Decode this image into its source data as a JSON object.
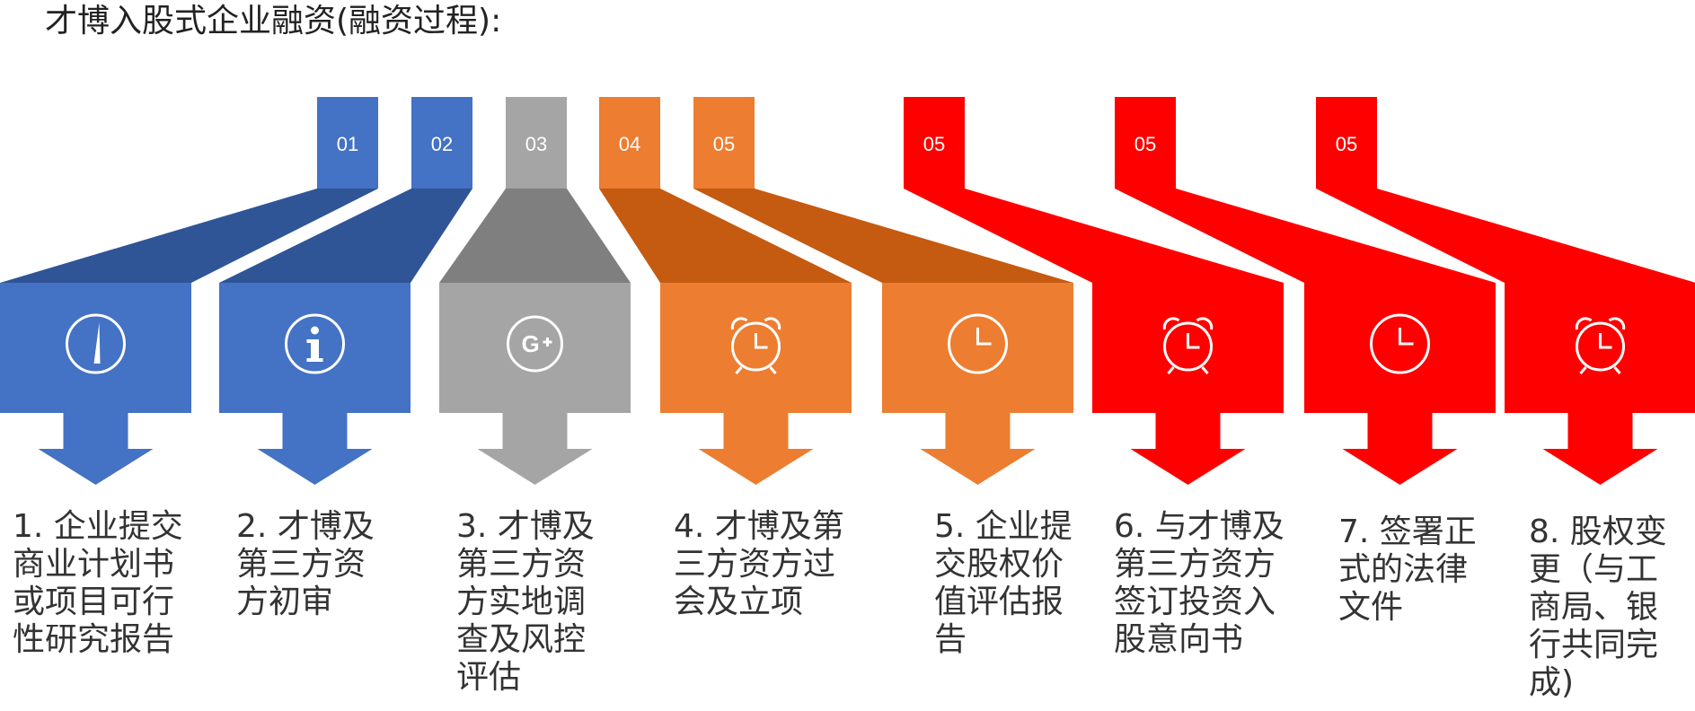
{
  "title": "才博入股式企业融资(融资过程):",
  "colors": {
    "blue": "#4472C4",
    "blue_dark": "#2F5597",
    "gray": "#A5A5A5",
    "gray_dark": "#7F7F7F",
    "orange": "#ED7D31",
    "orange_dark": "#C55A11",
    "red": "#FF0000"
  },
  "steps": [
    {
      "number": "01",
      "icon": "gauge-icon",
      "color": "blue",
      "text": "1. 企业提交\n商业计划书\n或项目可行\n性研究报告"
    },
    {
      "number": "02",
      "icon": "info-icon",
      "color": "blue",
      "text": "2. 才博及\n第三方资\n方初审"
    },
    {
      "number": "03",
      "icon": "google-plus-icon",
      "color": "gray",
      "text": "3. 才博及\n第三方资\n方实地调\n查及风控\n评估"
    },
    {
      "number": "04",
      "icon": "alarm-clock-icon",
      "color": "orange",
      "text": "4. 才博及第\n三方资方过\n会及立项"
    },
    {
      "number": "05",
      "icon": "clock-icon",
      "color": "orange",
      "text": "5. 企业提\n交股权价\n值评估报\n告"
    },
    {
      "number": "05",
      "icon": "alarm-clock-icon",
      "color": "red",
      "text": "6. 与才博及\n第三方资方\n签订投资入\n股意向书"
    },
    {
      "number": "05",
      "icon": "clock-icon",
      "color": "red",
      "text": "7. 签署正\n式的法律\n文件"
    },
    {
      "number": "05",
      "icon": "alarm-clock-icon",
      "color": "red",
      "text": "8. 股权变\n更（与工\n商局、银\n行共同完\n成)"
    }
  ]
}
